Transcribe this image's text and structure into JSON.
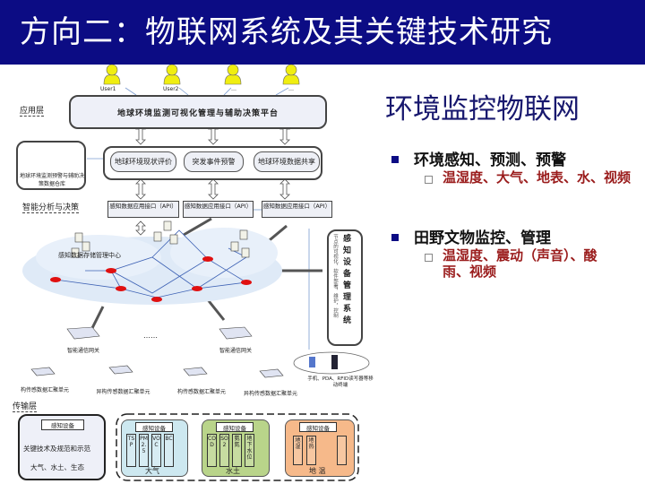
{
  "slide": {
    "title": "方向二：物联网系统及其关键技术研究",
    "subtitle": "环境监控物联网",
    "bullets": [
      {
        "text": "环境感知、预测、预警",
        "sub": "温湿度、大气、地表、水、视频"
      },
      {
        "text": "田野文物监控、管理",
        "sub": "温湿度、震动（声音）、酸雨、视频"
      }
    ]
  },
  "diagram": {
    "users": [
      "User1",
      "User2",
      "…",
      "…"
    ],
    "layers": {
      "app": "应用层",
      "analysis": "智能分析与决策",
      "transport": "传输层"
    },
    "platform": "地球环境监测可视化管理与辅助决策平台",
    "services": [
      "地球环境现状评价",
      "突发事件预警",
      "地球环境数据共享"
    ],
    "warehouse": "地球环境监测预警与辅助决策数据仓库",
    "api": "感知数据应用接口（API）",
    "cloud": "感知数据存储管理中心",
    "mgmt_title": "感知设备管理系统",
    "mgmt_desc": "节点的可视化，软件部署，维护，控制",
    "terminals": "手机、PDA、RFID读写器等移动终端",
    "gateway": "智能通信网关",
    "ellipsis": "……",
    "units": [
      "构传感数据汇聚单元",
      "异构传感数据汇聚单元",
      "构传感数据汇聚单元",
      "异构传感数据汇聚单元"
    ],
    "device": "感知设备",
    "demo": [
      "关键技术及规范和示范",
      "大气、水土、生态"
    ],
    "groups": [
      {
        "name": "大气",
        "sensors": [
          "TSP",
          "PM2.5",
          "VOC",
          "BC"
        ]
      },
      {
        "name": "水土",
        "sensors": [
          "COD",
          "SO2",
          "氨氮",
          "地下水位"
        ]
      },
      {
        "name": "地 温",
        "sensors": [
          "地湿",
          "地热",
          ""
        ]
      }
    ]
  }
}
